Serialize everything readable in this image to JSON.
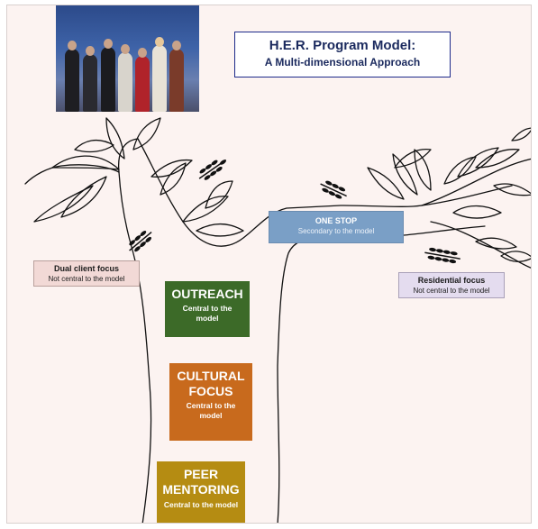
{
  "title": {
    "line1": "H.E.R. Program Model:",
    "line2": "A Multi-dimensional Approach"
  },
  "photo": {
    "icon": "group-photo-icon"
  },
  "labels": {
    "dual_client": {
      "heading": "Dual client focus",
      "sub": "Not central to the model"
    },
    "residential": {
      "heading": "Residential focus",
      "sub": "Not central to the model"
    },
    "one_stop": {
      "heading": "ONE STOP",
      "sub": "Secondary to the model"
    },
    "outreach": {
      "heading": "OUTREACH",
      "sub": "Central to the model"
    },
    "cultural": {
      "heading_line1": "CULTURAL",
      "heading_line2": "FOCUS",
      "sub": "Central to the model"
    },
    "peer": {
      "heading_line1": "PEER",
      "heading_line2": "MENTORING",
      "sub": "Central to the model"
    }
  },
  "colors": {
    "background": "#fcf3f1",
    "title_border": "#1d2a8a",
    "outreach": "#3c6a28",
    "cultural": "#c86a1d",
    "peer": "#b58c12",
    "one_stop": "#7a9fc6",
    "dual_client": "#f2d9d6",
    "residential": "#e4dcef"
  }
}
